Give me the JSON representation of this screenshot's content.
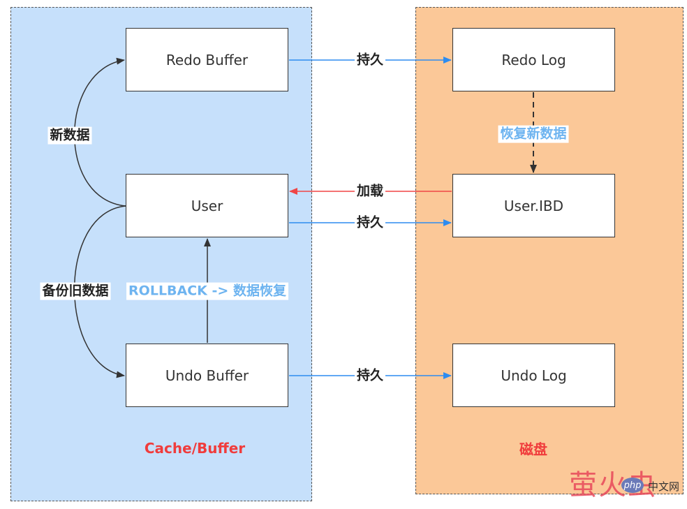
{
  "colors": {
    "cache_bg": "#c6e0fb",
    "disk_bg": "#fbc898",
    "blue_arrow": "#2d8cf0",
    "red_arrow": "#f04545",
    "dark_arrow": "#333333"
  },
  "panels": {
    "cache_title": "Cache/Buffer",
    "disk_title": "磁盘"
  },
  "nodes": {
    "redo_buffer": "Redo Buffer",
    "user": "User",
    "undo_buffer": "Undo Buffer",
    "redo_log": "Redo Log",
    "user_ibd": "User.IBD",
    "undo_log": "Undo Log"
  },
  "edges": {
    "persist_redo": "持久",
    "load": "加载",
    "persist_user": "持久",
    "persist_undo": "持久",
    "recover_new": "恢复新数据",
    "new_data": "新数据",
    "backup_old": "备份旧数据",
    "rollback": "ROLLBACK -> 数据恢复"
  },
  "watermark": {
    "text": "萤火虫",
    "badge": "php",
    "suffix": "中文网"
  }
}
